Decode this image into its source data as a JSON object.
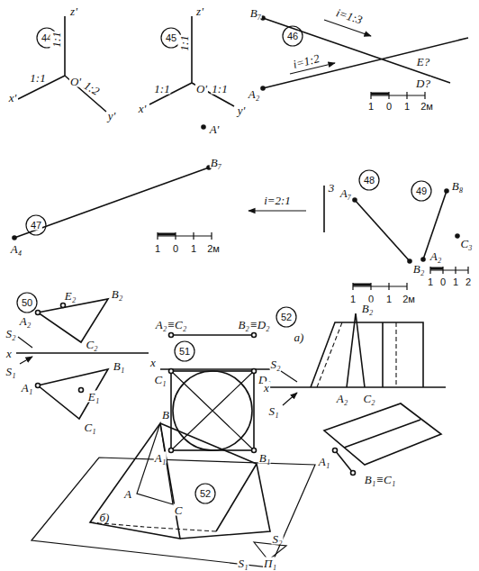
{
  "diagram": {
    "labels": [
      "44",
      "z'",
      "1:1",
      "O'",
      "x'",
      "1:1",
      "1:2",
      "y'",
      "45",
      "z'",
      "1:1",
      "O'",
      "x'",
      "1:1",
      "1:1",
      "y'",
      "A'",
      "46",
      "B₇",
      "i=1:3",
      "E?",
      "A₂",
      "i=1:2",
      "D?",
      "1",
      "0",
      "1",
      "2м",
      "47",
      "B₇",
      "A₄",
      "1",
      "0",
      "1",
      "2м",
      "i=2:1",
      "3",
      "48",
      "A₇",
      "B₂",
      "1",
      "0",
      "1",
      "2м",
      "49",
      "B₈",
      "A₂",
      "C₃",
      "1",
      "0",
      "1",
      "2",
      "50",
      "E₂",
      "B₂",
      "A₂",
      "S₂",
      "x",
      "S₁",
      "C₂",
      "A₁",
      "B₁",
      "E₁",
      "C₁",
      "A₂≡C₂",
      "B₂≡D₂",
      "51",
      "x",
      "C₁",
      "D₁",
      "A₁",
      "B₁",
      "52",
      "a)",
      "B₂",
      "S₂",
      "x",
      "S₁",
      "A₂",
      "C₂",
      "A₁",
      "B₁≡C₁",
      "52",
      "б)",
      "B",
      "A",
      "C",
      "S₂",
      "S₁",
      "П₁"
    ]
  }
}
